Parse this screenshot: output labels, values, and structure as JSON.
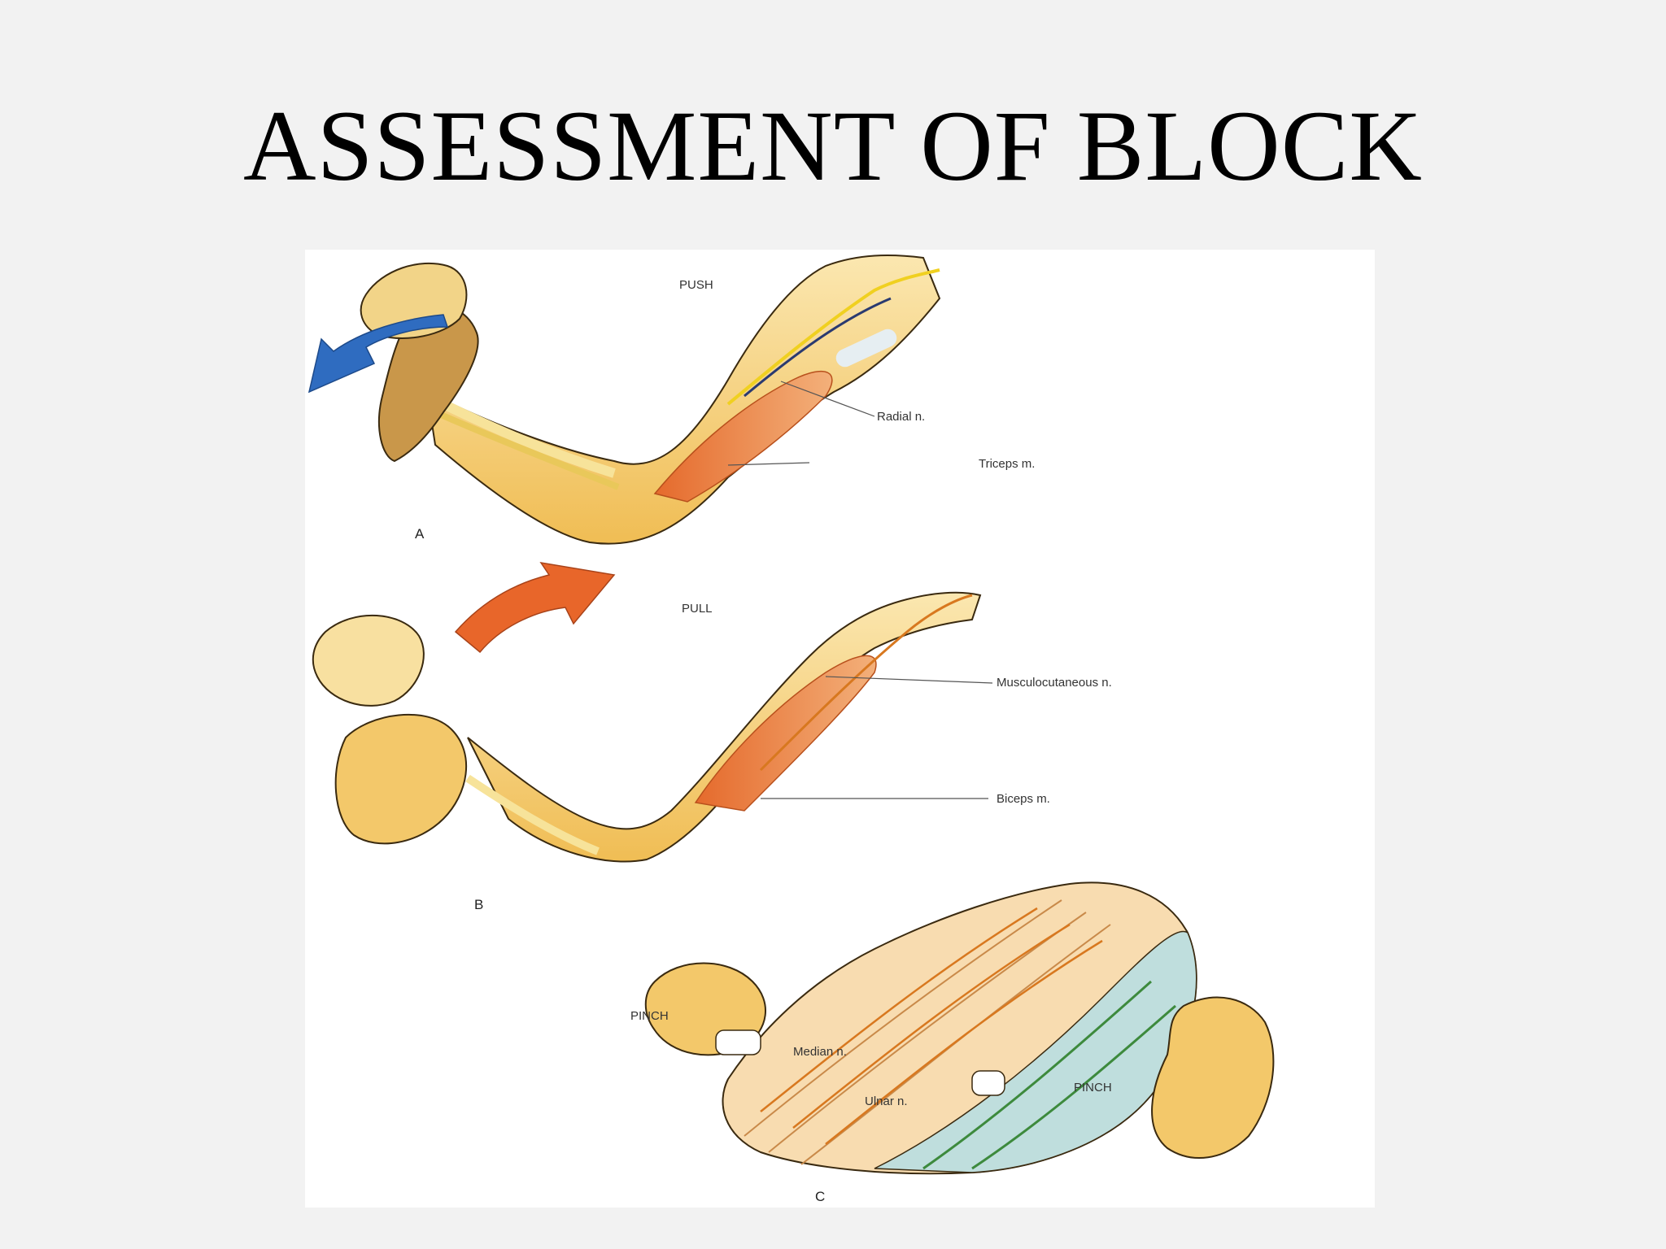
{
  "slide": {
    "title": "ASSESSMENT OF BLOCK"
  },
  "figure": {
    "panel_a": {
      "letter": "A",
      "action": "PUSH",
      "labels": {
        "radial": "Radial n.",
        "triceps": "Triceps m."
      }
    },
    "panel_b": {
      "letter": "B",
      "action": "PULL",
      "labels": {
        "musculocutaneous": "Musculocutaneous n.",
        "biceps": "Biceps m."
      }
    },
    "panel_c": {
      "letter": "C",
      "action_left": "PINCH",
      "action_right": "PINCH",
      "labels": {
        "median": "Median n.",
        "ulnar": "Ulnar n."
      }
    }
  },
  "colors": {
    "background": "#f2f2f2",
    "push_arrow": "#2f6cc0",
    "pull_arrow": "#e8662a",
    "skin": "#f3c86a",
    "muscle": "#e98a45",
    "ulnar_zone": "#bfdedd"
  }
}
